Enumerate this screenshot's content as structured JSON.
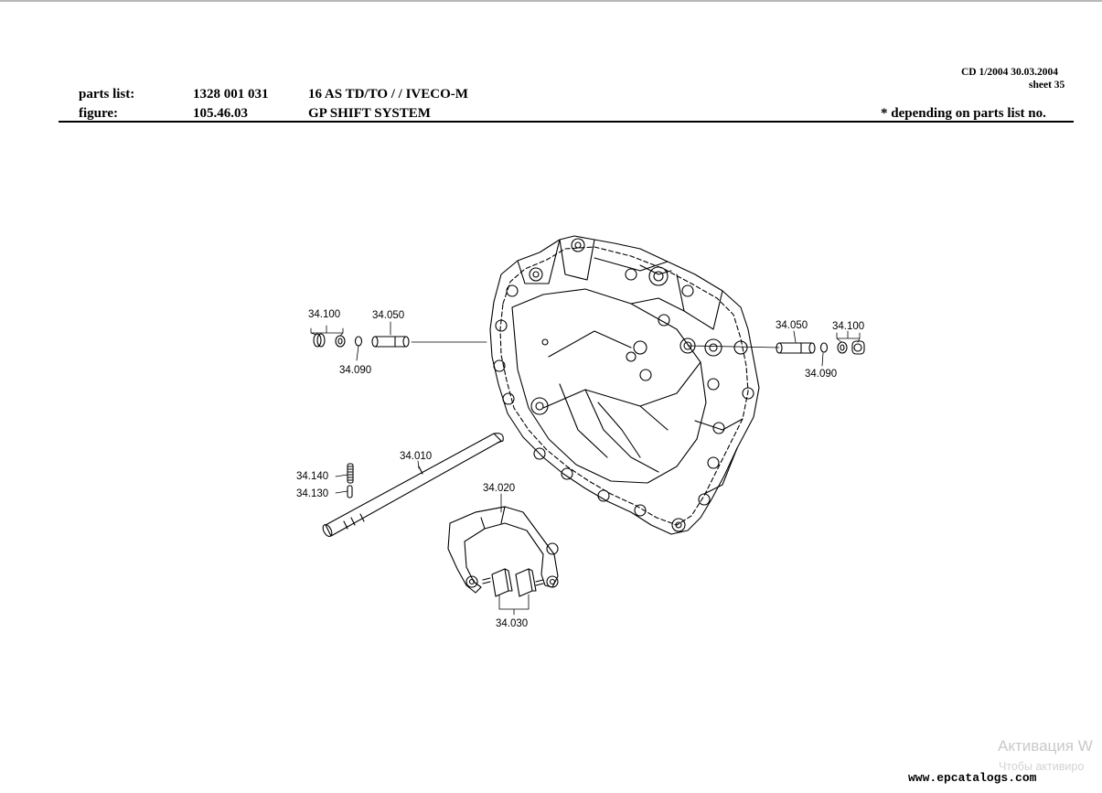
{
  "header": {
    "cd_date": "CD 1/2004 30.03.2004",
    "sheet": "sheet 35",
    "parts_list_label": "parts list:",
    "parts_list_number": "1328 001 031",
    "parts_list_desc": "16 AS TD/TO /  / IVECO-M",
    "figure_label": "figure:",
    "figure_number": "105.46.03",
    "figure_title": "GP SHIFT SYSTEM",
    "note": "*  depending on parts list no."
  },
  "callouts": {
    "left_34_100": "34.100",
    "left_34_050": "34.050",
    "left_34_090": "34.090",
    "right_34_050": "34.050",
    "right_34_100": "34.100",
    "right_34_090": "34.090",
    "rod_34_010": "34.010",
    "pin_34_140": "34.140",
    "pin_34_130": "34.130",
    "fork_34_020": "34.020",
    "pads_34_030": "34.030"
  },
  "overlay": {
    "activation_line1": "Активация W",
    "activation_line2": "Чтобы активиро",
    "website": "www.epcatalogs.com"
  }
}
